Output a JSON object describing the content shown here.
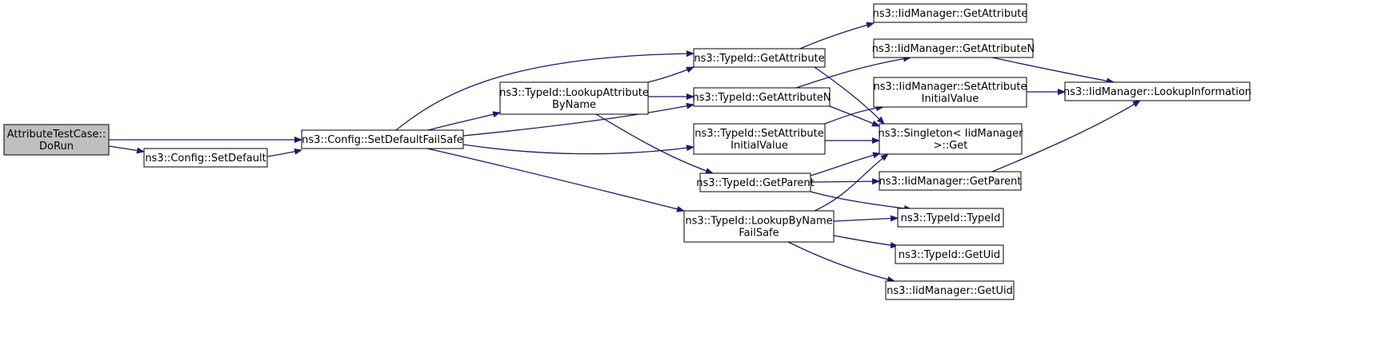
{
  "colors": {
    "edge": "#191970",
    "node_fill": "#ffffff",
    "node_border": "#000000",
    "root_fill": "#bfbfbf"
  },
  "graph": {
    "nodes": [
      {
        "id": "attr_testcase_dorun",
        "lines": [
          "AttributeTestCase::",
          "DoRun"
        ],
        "root": true
      },
      {
        "id": "config_setdefault",
        "lines": [
          "ns3::Config::SetDefault"
        ]
      },
      {
        "id": "config_setdefaultfailsafe",
        "lines": [
          "ns3::Config::SetDefaultFailSafe"
        ]
      },
      {
        "id": "typeid_lookupattributebyname",
        "lines": [
          "ns3::TypeId::LookupAttribute",
          "ByName"
        ]
      },
      {
        "id": "typeid_getattribute",
        "lines": [
          "ns3::TypeId::GetAttribute"
        ]
      },
      {
        "id": "typeid_getattributen",
        "lines": [
          "ns3::TypeId::GetAttributeN"
        ]
      },
      {
        "id": "typeid_setattributeinitialvalue",
        "lines": [
          "ns3::TypeId::SetAttribute",
          "InitialValue"
        ]
      },
      {
        "id": "typeid_getparent",
        "lines": [
          "ns3::TypeId::GetParent"
        ]
      },
      {
        "id": "typeid_lookupbynamefailsafe",
        "lines": [
          "ns3::TypeId::LookupByName",
          "FailSafe"
        ]
      },
      {
        "id": "iidmanager_getattribute",
        "lines": [
          "ns3::IidManager::GetAttribute"
        ]
      },
      {
        "id": "iidmanager_getattributen",
        "lines": [
          "ns3::IidManager::GetAttributeN"
        ]
      },
      {
        "id": "iidmanager_setattributeinitialvalue",
        "lines": [
          "ns3::IidManager::SetAttribute",
          "InitialValue"
        ]
      },
      {
        "id": "singleton_iidmanager_get",
        "lines": [
          "ns3::Singleton< IidManager",
          ">::Get"
        ]
      },
      {
        "id": "iidmanager_getparent",
        "lines": [
          "ns3::IidManager::GetParent"
        ]
      },
      {
        "id": "typeid_typeid",
        "lines": [
          "ns3::TypeId::TypeId"
        ]
      },
      {
        "id": "typeid_getuid",
        "lines": [
          "ns3::TypeId::GetUid"
        ]
      },
      {
        "id": "iidmanager_getuid",
        "lines": [
          "ns3::IidManager::GetUid"
        ]
      },
      {
        "id": "iidmanager_lookupinformation",
        "lines": [
          "ns3::IidManager::LookupInformation"
        ]
      }
    ],
    "edges": [
      {
        "from": "attr_testcase_dorun",
        "to": "config_setdefaultfailsafe"
      },
      {
        "from": "attr_testcase_dorun",
        "to": "config_setdefault"
      },
      {
        "from": "config_setdefault",
        "to": "config_setdefaultfailsafe"
      },
      {
        "from": "config_setdefaultfailsafe",
        "to": "typeid_getattribute"
      },
      {
        "from": "config_setdefaultfailsafe",
        "to": "typeid_lookupattributebyname"
      },
      {
        "from": "config_setdefaultfailsafe",
        "to": "typeid_getattributen"
      },
      {
        "from": "config_setdefaultfailsafe",
        "to": "typeid_setattributeinitialvalue"
      },
      {
        "from": "config_setdefaultfailsafe",
        "to": "typeid_lookupbynamefailsafe"
      },
      {
        "from": "typeid_lookupattributebyname",
        "to": "typeid_getattribute"
      },
      {
        "from": "typeid_lookupattributebyname",
        "to": "typeid_getattributen"
      },
      {
        "from": "typeid_lookupattributebyname",
        "to": "typeid_getparent"
      },
      {
        "from": "typeid_getattribute",
        "to": "iidmanager_getattribute"
      },
      {
        "from": "typeid_getattribute",
        "to": "singleton_iidmanager_get"
      },
      {
        "from": "typeid_getattributen",
        "to": "iidmanager_getattributen"
      },
      {
        "from": "typeid_getattributen",
        "to": "singleton_iidmanager_get"
      },
      {
        "from": "typeid_setattributeinitialvalue",
        "to": "iidmanager_setattributeinitialvalue"
      },
      {
        "from": "typeid_setattributeinitialvalue",
        "to": "singleton_iidmanager_get"
      },
      {
        "from": "typeid_getparent",
        "to": "singleton_iidmanager_get"
      },
      {
        "from": "typeid_getparent",
        "to": "iidmanager_getparent"
      },
      {
        "from": "typeid_getparent",
        "to": "typeid_typeid"
      },
      {
        "from": "typeid_lookupbynamefailsafe",
        "to": "singleton_iidmanager_get"
      },
      {
        "from": "typeid_lookupbynamefailsafe",
        "to": "typeid_typeid"
      },
      {
        "from": "typeid_lookupbynamefailsafe",
        "to": "typeid_getuid"
      },
      {
        "from": "typeid_lookupbynamefailsafe",
        "to": "iidmanager_getuid"
      },
      {
        "from": "iidmanager_getattributen",
        "to": "iidmanager_lookupinformation"
      },
      {
        "from": "iidmanager_setattributeinitialvalue",
        "to": "iidmanager_lookupinformation"
      },
      {
        "from": "iidmanager_getparent",
        "to": "iidmanager_lookupinformation"
      }
    ]
  }
}
